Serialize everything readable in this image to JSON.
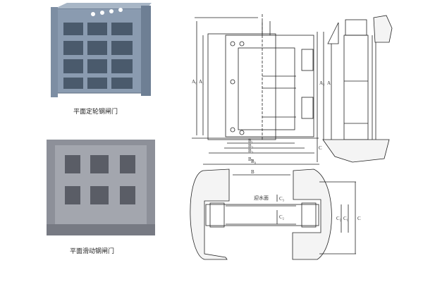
{
  "photos": [
    {
      "caption": "平面定轮钢闸门"
    },
    {
      "caption": "平面滑动钢闸门"
    }
  ],
  "drawing": {
    "labels": {
      "A0": "A₀",
      "A1": "A₁",
      "A2": "A₂",
      "A": "A",
      "B1": "B₁",
      "B2": "B₂",
      "B3": "B₃",
      "B0": "B₀",
      "B": "B",
      "C": "C",
      "C1": "C₁",
      "C2": "C₂",
      "C3": "C₃",
      "upstream": "迎水面"
    }
  }
}
